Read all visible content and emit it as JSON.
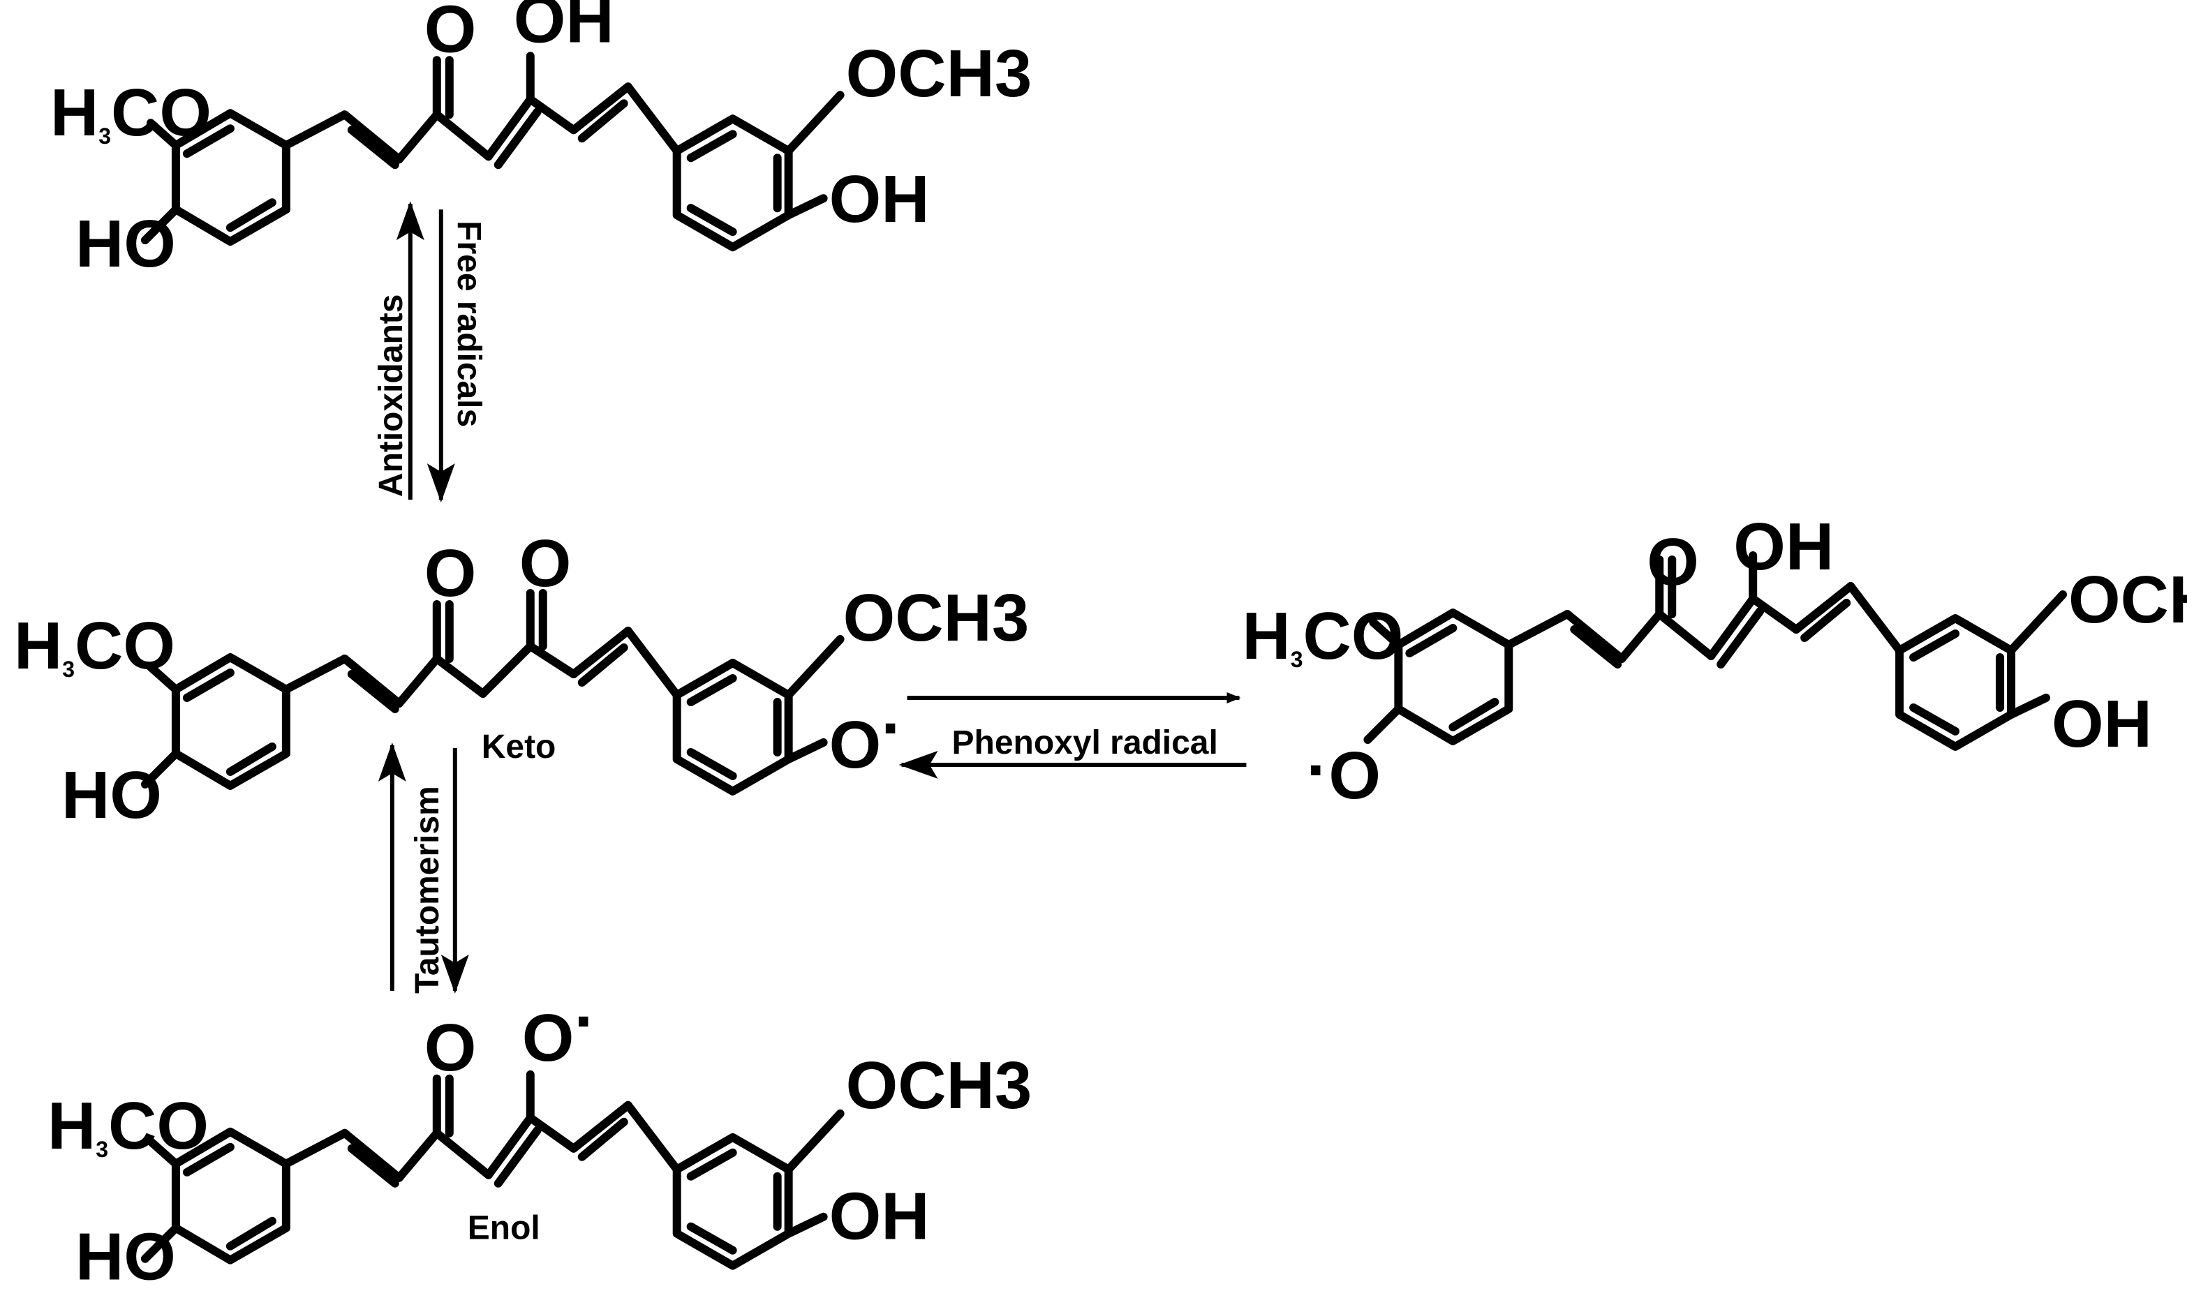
{
  "labels": {
    "oh": "OH",
    "o": "O",
    "ho": "HO",
    "och3": "OCH3",
    "h3co": {
      "pre": "H",
      "sub": "3",
      "post": "CO"
    },
    "radical_o": "O",
    "radical_dot": "·"
  },
  "captions": {
    "free_radicals": "Free radicals",
    "antioxidants": "Antioxidants",
    "keto": "Keto",
    "tautomerism": "Tautomerism",
    "enol": "Enol",
    "phenoxyl_radical": "Phenoxyl radical"
  },
  "colors": {
    "ink": "#000000",
    "background": "#ffffff"
  }
}
